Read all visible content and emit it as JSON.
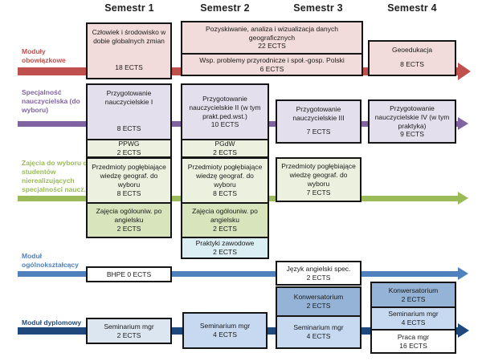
{
  "headers": [
    "Semestr 1",
    "Semestr 2",
    "Semestr 3",
    "Semestr 4"
  ],
  "palette": {
    "track_mandatory": "#c0504d",
    "track_teaching": "#8064a2",
    "track_electives": "#9bbb59",
    "track_general": "#4f81bd",
    "track_diploma": "#1f497d",
    "fill_pink": "#f2dcdb",
    "fill_lavender": "#e4dfec",
    "fill_pale_green": "#ebf1de",
    "fill_mid_green": "#d7e4bc",
    "fill_pale_blue": "#daeef3",
    "fill_light_blue": "#dce6f1",
    "fill_medium_light_blue": "#c6d9f1",
    "fill_medium_blue": "#95b3d7",
    "fill_white": "#ffffff"
  },
  "tracks": [
    {
      "label": "Moduły obowiązkowe",
      "color": "#c0504d",
      "boxes": [
        {
          "segments": [
            {
              "title": "Człowiek i środowisko w dobie globalnych zmian",
              "ects": "18 ECTS"
            }
          ]
        },
        {
          "segments": [
            {
              "title": "Pozyskiwanie, analiza i wizualizacja danych geograficznych",
              "ects": "22 ECTS"
            },
            {
              "title": "Wsp. problemy przyrodnicze i społ.-gosp. Polski",
              "ects": "6 ECTS"
            }
          ]
        },
        {
          "segments": [
            {
              "title": "Geoedukacja",
              "ects": "8 ECTS"
            }
          ]
        }
      ]
    },
    {
      "label": "Specjalność nauczycielska (do wyboru)",
      "color": "#8064a2",
      "boxes": [
        {
          "segments": [
            {
              "title": "Przygotowanie nauczycielskie I",
              "ects": "8 ECTS"
            },
            {
              "title": "PPWG",
              "ects": "2 ECTS"
            }
          ]
        },
        {
          "segments": [
            {
              "title": "Przygotowanie nauczycielskie II (w tym prakt.ped.wst.)",
              "ects": "10 ECTS"
            },
            {
              "title": "PGdW",
              "ects": "2 ECTS"
            }
          ]
        },
        {
          "segments": [
            {
              "title": "Przygotowanie nauczycielskie III",
              "ects": "7 ECTS"
            }
          ]
        },
        {
          "segments": [
            {
              "title": "Przygotowanie nauczycielskie IV (w tym praktyka)",
              "ects": "9 ECTS"
            }
          ]
        }
      ]
    },
    {
      "label": "Zajęcia do wyboru dla studentów nierealizujących specjalności naucz.",
      "color": "#9bbb59",
      "boxes": [
        {
          "segments": [
            {
              "title": "Przedmioty pogłębiające wiedzę geograf. do wyboru",
              "ects": "8 ECTS"
            },
            {
              "title": "Zajęcia ogólouniw. po angielsku",
              "ects": "2 ECTS"
            }
          ]
        },
        {
          "segments": [
            {
              "title": "Przedmioty pogłębiające wiedzę geograf. do wyboru",
              "ects": "8 ECTS"
            },
            {
              "title": "Zajęcia ogólouniw. po angielsku",
              "ects": "2 ECTS"
            },
            {
              "title": "Praktyki zawodowe",
              "ects": "2 ECTS"
            }
          ]
        },
        {
          "segments": [
            {
              "title": "Przedmioty pogłębiające wiedzę geograf. do wyboru",
              "ects": "7 ECTS"
            }
          ]
        }
      ]
    },
    {
      "label": "Moduł ogólnokształcący",
      "color": "#4f81bd",
      "boxes": [
        {
          "segments": [
            {
              "title": "BHPE 0 ECTS"
            }
          ]
        },
        {
          "segments": [
            {
              "title": "Język angielski spec.",
              "ects": "2 ECTS"
            }
          ]
        }
      ]
    },
    {
      "label": "Moduł dyplomowy",
      "color": "#1f497d",
      "boxes": [
        {
          "segments": [
            {
              "title": "Seminarium mgr",
              "ects": "2 ECTS"
            }
          ]
        },
        {
          "segments": [
            {
              "title": "Seminarium mgr",
              "ects": "4 ECTS"
            }
          ]
        },
        {
          "segments": [
            {
              "title": "Konwersatorium",
              "ects": "2 ECTS"
            },
            {
              "title": "Seminarium mgr",
              "ects": "4 ECTS"
            }
          ]
        },
        {
          "segments": [
            {
              "title": "Konwersatorium",
              "ects": "2 ECTS"
            },
            {
              "title": "Seminarium mgr",
              "ects": "4 ECTS"
            },
            {
              "title": "Praca mgr",
              "ects": "16 ECTS"
            }
          ]
        }
      ]
    }
  ]
}
